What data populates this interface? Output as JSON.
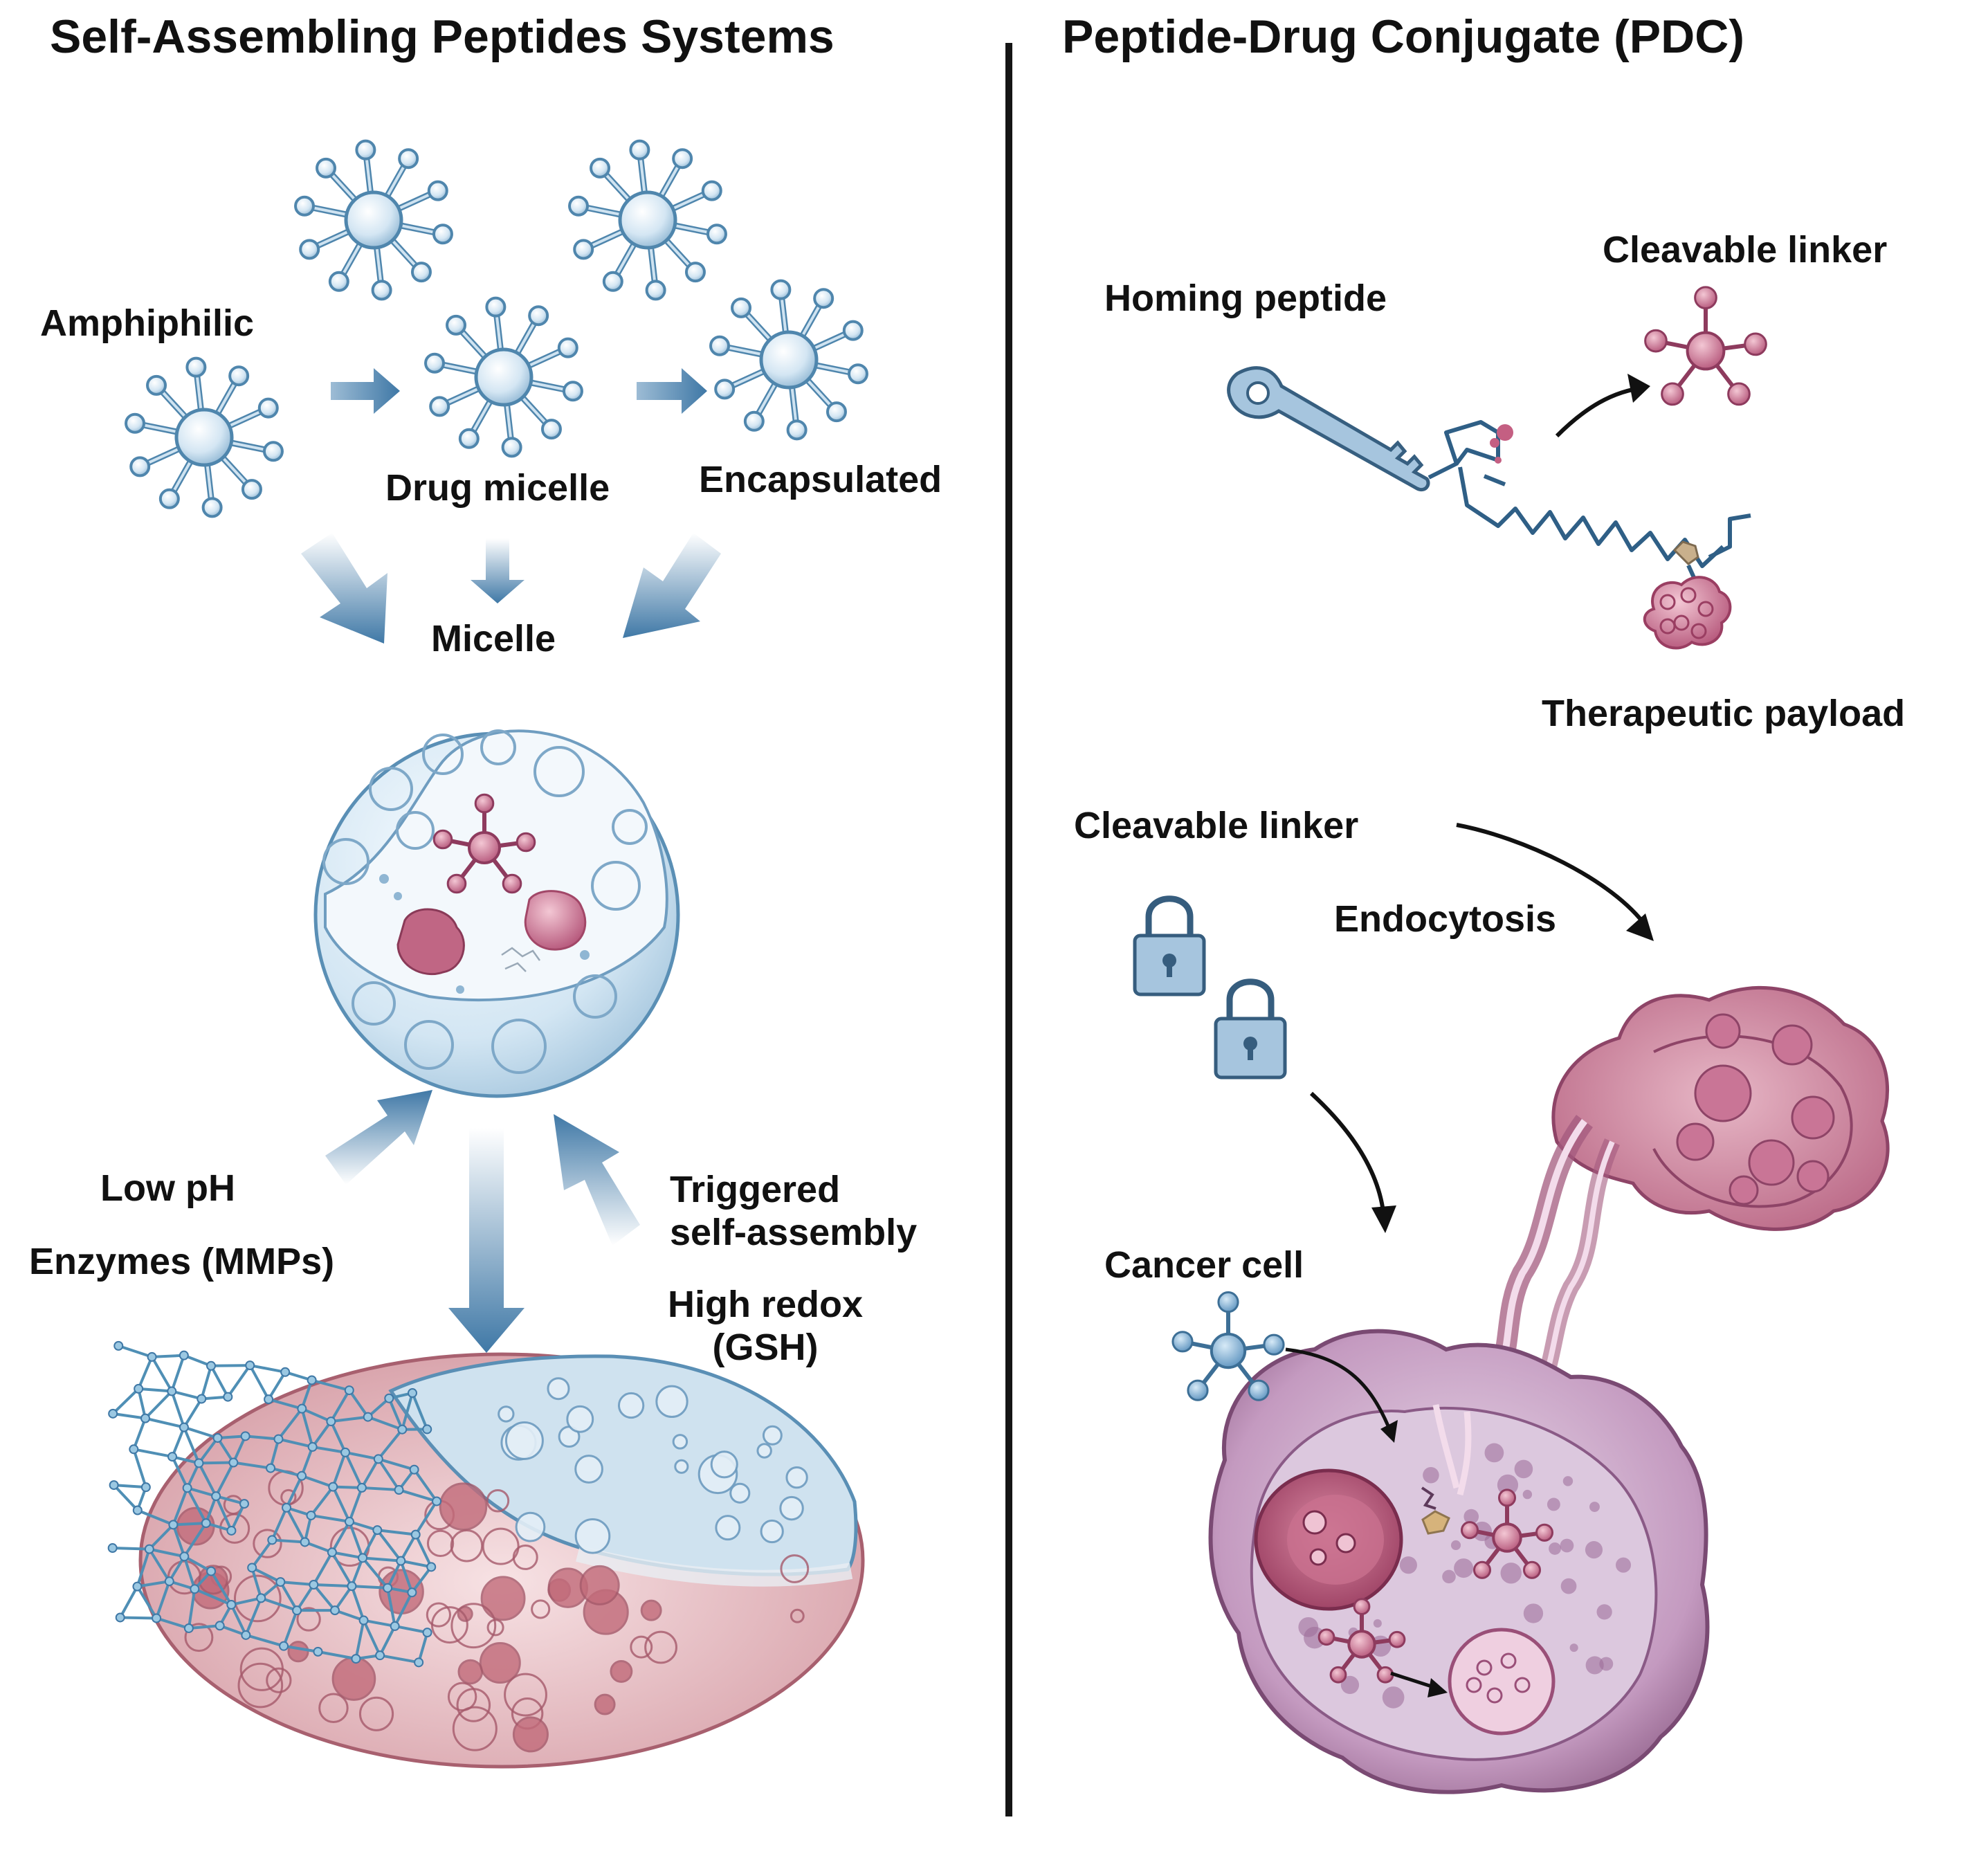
{
  "panels": {
    "left": {
      "title": "Self-Assembling Peptides Systems",
      "labels": {
        "amphiphilic": "Amphiphilic",
        "drug_micelle": "Drug micelle",
        "encapsulated": "Encapsulated",
        "micelle": "Micelle",
        "low_ph": "Low pH",
        "enzymes": "Enzymes (MMPs)",
        "triggered_1": "Triggered",
        "triggered_2": "self-assembly",
        "redox_1": "High redox",
        "redox_2": "(GSH)"
      }
    },
    "right": {
      "title": "Peptide-Drug Conjugate (PDC)",
      "labels": {
        "homing_peptide": "Homing peptide",
        "cleavable_linker_top": "Cleavable linker",
        "therapeutic_payload": "Therapeutic payload",
        "cleavable_linker_mid": "Cleavable linker",
        "endocytosis": "Endocytosis",
        "cancer_cell": "Cancer cell"
      }
    }
  },
  "icons": [
    "micelle-icon",
    "key-icon",
    "padlock-icon",
    "drug-molecule-icon",
    "peptide-network-icon",
    "cancer-cell-icon"
  ],
  "colors": {
    "micelle_blue": "#5a8fb5",
    "arrow_blue": "#3f78a6",
    "payload_pink": "#b0506c",
    "cell_purple": "#b482a8",
    "tissue_red": "#d9a1a8"
  }
}
